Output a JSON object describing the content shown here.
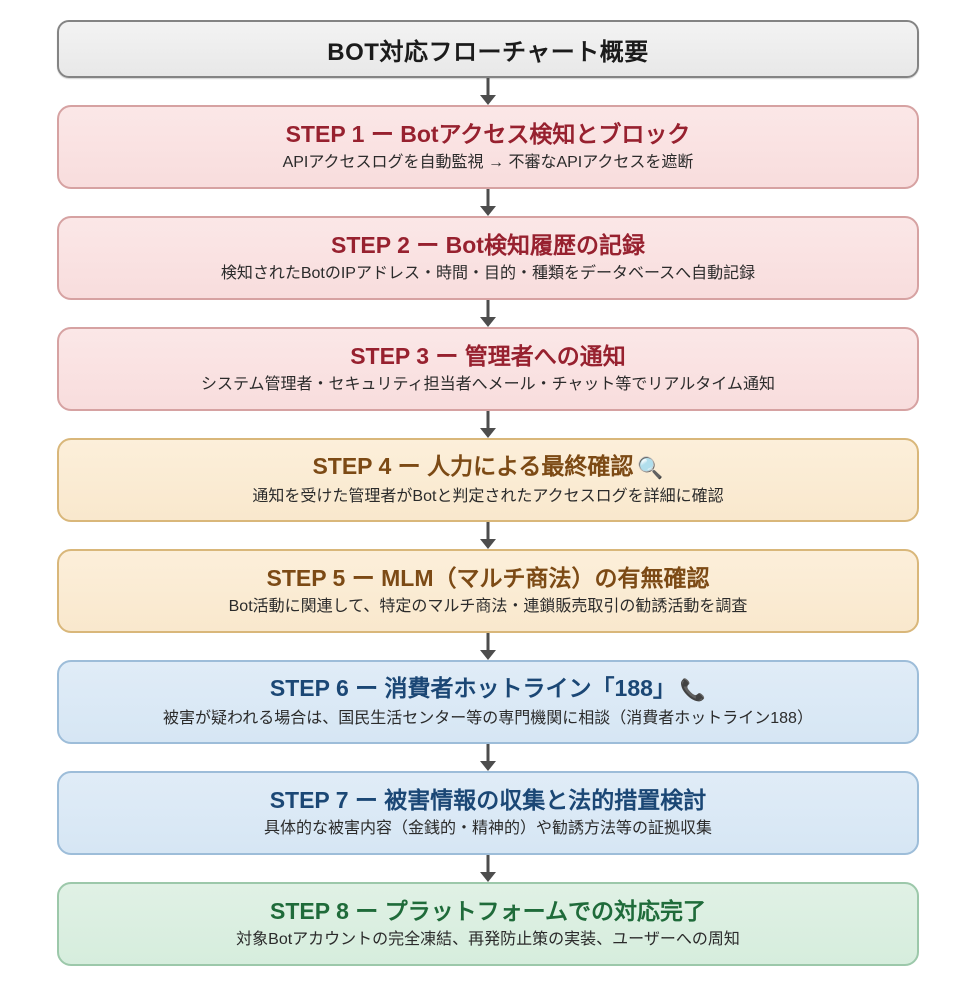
{
  "title": {
    "text": "BOT対応フローチャート概要"
  },
  "palette": {
    "title_bg": "#eeeeee",
    "title_border": "#848484",
    "red_bg": "#fae3e3",
    "red_border": "#d6a2a2",
    "red_heading": "#97212f",
    "amber_bg": "#fbeed8",
    "amber_border": "#d9b77a",
    "amber_heading": "#7c4a15",
    "blue_bg": "#dce9f5",
    "blue_border": "#9dbdd9",
    "blue_heading": "#1b4775",
    "green_bg": "#dcf0e2",
    "green_border": "#9cc8aa",
    "green_heading": "#1f6b3a",
    "body_text": "#2b2b2b",
    "arrow": "#4d4d4d"
  },
  "steps": [
    {
      "heading": "STEP 1 ー Botアクセス検知とブロック",
      "desc": "APIアクセスログを自動監視 → 不審なAPIアクセスを遮断",
      "emoji": "",
      "emoji_name": "",
      "palette": "pal-red"
    },
    {
      "heading": "STEP 2 ー Bot検知履歴の記録",
      "desc": "検知されたBotのIPアドレス・時間・目的・種類をデータベースへ自動記録",
      "emoji": "",
      "emoji_name": "",
      "palette": "pal-red"
    },
    {
      "heading": "STEP 3 ー 管理者への通知",
      "desc": "システム管理者・セキュリティ担当者へメール・チャット等でリアルタイム通知",
      "emoji": "",
      "emoji_name": "",
      "palette": "pal-red"
    },
    {
      "heading": "STEP 4 ー 人力による最終確認",
      "desc": "通知を受けた管理者がBotと判定されたアクセスログを詳細に確認",
      "emoji": "🔍",
      "emoji_name": "magnifying-glass-icon",
      "palette": "pal-amber"
    },
    {
      "heading": "STEP 5 ー MLM（マルチ商法）の有無確認",
      "desc": "Bot活動に関連して、特定のマルチ商法・連鎖販売取引の勧誘活動を調査",
      "emoji": "",
      "emoji_name": "",
      "palette": "pal-amber"
    },
    {
      "heading": "STEP 6 ー 消費者ホットライン「188」",
      "desc": "被害が疑われる場合は、国民生活センター等の専門機関に相談（消費者ホットライン188）",
      "emoji": "📞",
      "emoji_name": "telephone-receiver-icon",
      "palette": "pal-blue"
    },
    {
      "heading": "STEP 7 ー 被害情報の収集と法的措置検討",
      "desc": "具体的な被害内容（金銭的・精神的）や勧誘方法等の証拠収集",
      "emoji": "",
      "emoji_name": "",
      "palette": "pal-blue"
    },
    {
      "heading": "STEP 8 ー プラットフォームでの対応完了",
      "desc": "対象Botアカウントの完全凍結、再発防止策の実装、ユーザーへの周知",
      "emoji": "",
      "emoji_name": "",
      "palette": "pal-green"
    }
  ]
}
